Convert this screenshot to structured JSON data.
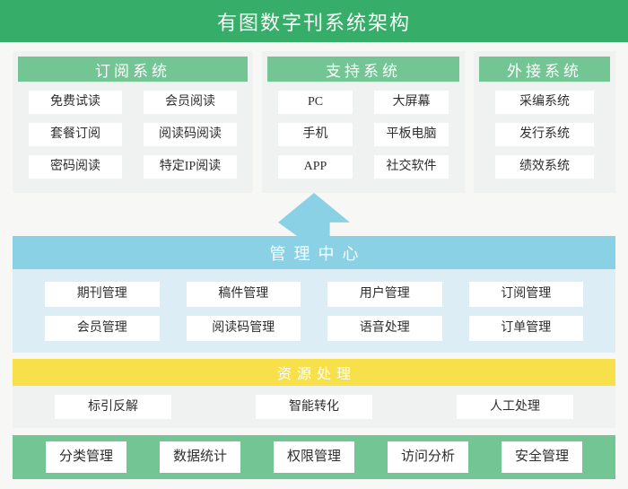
{
  "title": "有图数字刊系统架构",
  "colors": {
    "banner_green": "#36ad69",
    "light_green": "#74c594",
    "panel_gray": "#f0f1f1",
    "blue": "#8ad1e5",
    "pale_blue": "#dcedf5",
    "yellow": "#f8e04b",
    "box_white": "#ffffff",
    "text_dark": "#2e2e2e"
  },
  "top_panels": [
    {
      "header": "订阅系统",
      "items": [
        "免费试读",
        "会员阅读",
        "套餐订阅",
        "阅读码阅读",
        "密码阅读",
        "特定IP阅读"
      ]
    },
    {
      "header": "支持系统",
      "items": [
        "PC",
        "大屏幕",
        "手机",
        "平板电脑",
        "APP",
        "社交软件"
      ]
    },
    {
      "header": "外接系统",
      "items": [
        "采编系统",
        "发行系统",
        "绩效系统"
      ]
    }
  ],
  "management": {
    "header": "管理中心",
    "items": [
      "期刊管理",
      "稿件管理",
      "用户管理",
      "订阅管理",
      "会员管理",
      "阅读码管理",
      "语音处理",
      "订单管理"
    ]
  },
  "resource": {
    "header": "资源处理",
    "items": [
      "标引反解",
      "智能转化",
      "人工处理"
    ]
  },
  "bottom": {
    "items": [
      "分类管理",
      "数据统计",
      "权限管理",
      "访问分析",
      "安全管理"
    ]
  }
}
